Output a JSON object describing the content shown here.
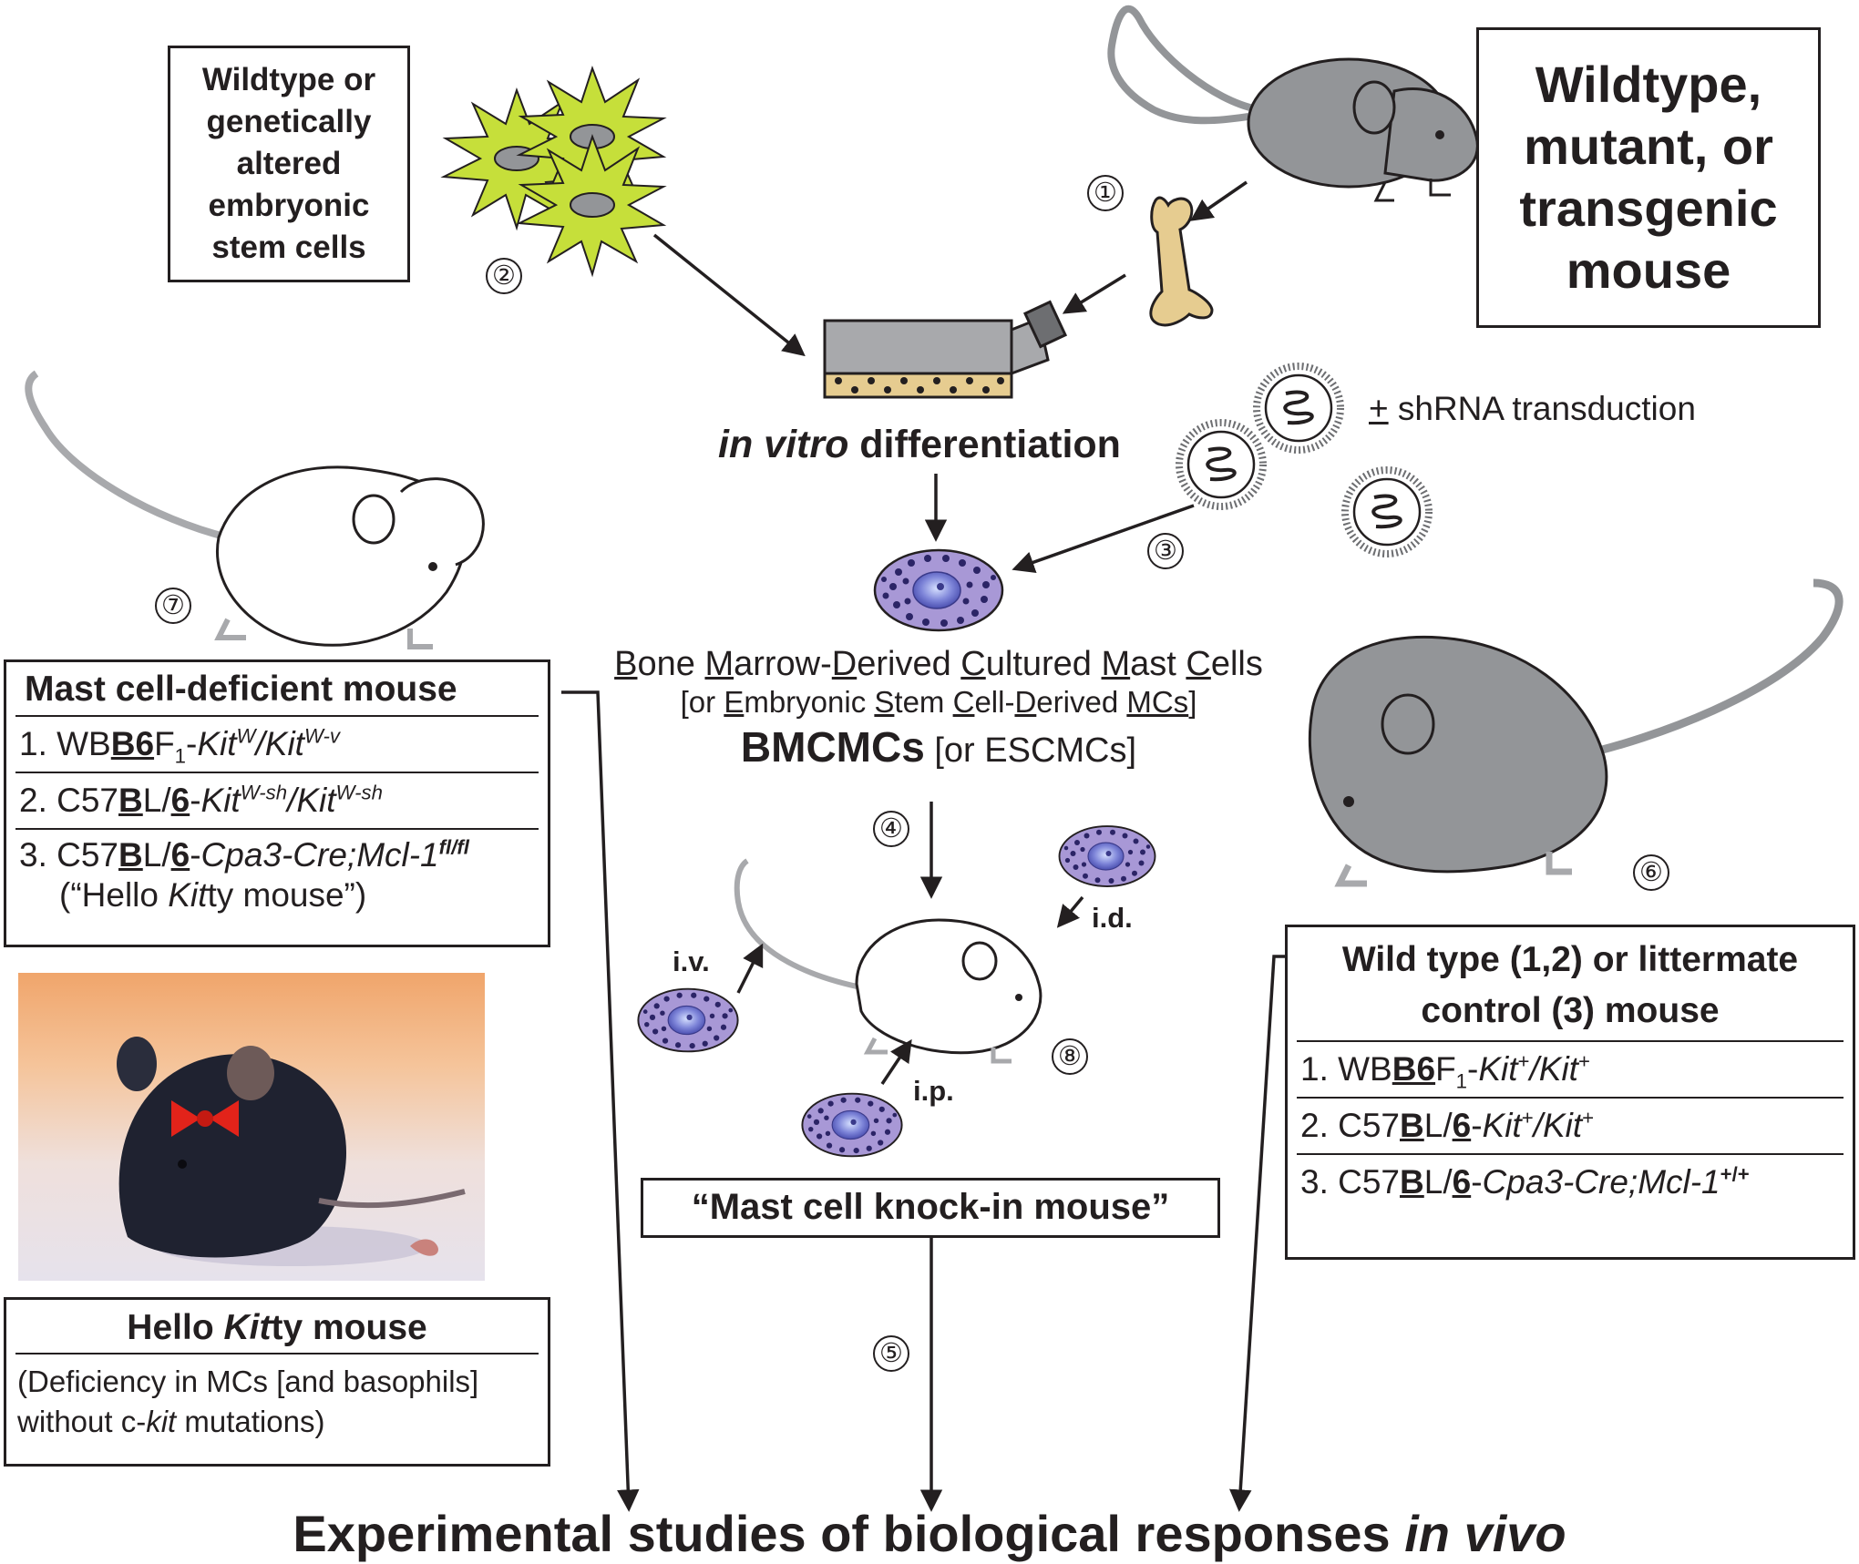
{
  "es_cells_box": {
    "lines": [
      "Wildtype or",
      "genetically",
      "altered",
      "embryonic",
      "stem cells"
    ]
  },
  "mouse_box": {
    "lines": [
      "Wildtype,",
      "mutant, or",
      "transgenic",
      "mouse"
    ]
  },
  "steps": [
    "①",
    "②",
    "③",
    "④",
    "⑤",
    "⑥",
    "⑦",
    "⑧"
  ],
  "in_vitro": {
    "italic": "in vitro",
    "rest": " differentiation"
  },
  "shrna": {
    "pm": "+",
    "text": " shRNA transduction"
  },
  "bmcmc": {
    "line1": [
      "B",
      "one ",
      "M",
      "arrow-",
      "D",
      "erived ",
      "C",
      "ultured ",
      "M",
      "ast ",
      "C",
      "ells"
    ],
    "line2": [
      "[or ",
      "E",
      "mbryonic ",
      "S",
      "tem ",
      "C",
      "ell-",
      "D",
      "erived ",
      "MCs",
      "]"
    ],
    "line3_bold": "BMCMCs",
    "line3_rest": " [or ESCMCs]"
  },
  "routes": {
    "iv": "i.v.",
    "id": "i.d.",
    "ip": "i.p."
  },
  "knockin": "“Mast cell knock-in mouse”",
  "deficient": {
    "title": "Mast cell-deficient mouse",
    "r1": {
      "n": "1. WB",
      "b": "B6",
      "f": "F",
      "sub": "1",
      "dash": "-",
      "g1": "Kit",
      "s1": "W",
      "slash": "/",
      "g2": "Kit",
      "s2": "W-v"
    },
    "r2": {
      "n": "2. C57",
      "b1": "B",
      "l": "L/",
      "b2": "6",
      "dash": "-",
      "g1": "Kit",
      "s1": "W-sh",
      "slash": "/",
      "g2": "Kit",
      "s2": "W-sh"
    },
    "r3": {
      "n": "3. C57",
      "b1": "B",
      "l": "L/",
      "b2": "6",
      "dash": "-",
      "g": "Cpa3-Cre;Mcl-1",
      "s": "fl/fl",
      "l2a": "(“Hello ",
      "l2b": "Kit",
      "l2c": "ty mouse”)"
    }
  },
  "hello": {
    "t1": "Hello ",
    "t2": "Kit",
    "t3": "ty mouse",
    "d1": "(Deficiency in MCs [and basophils]",
    "d2a": "without c-",
    "d2b": "kit",
    "d2c": " mutations)"
  },
  "control": {
    "title1": "Wild type (1,2) or littermate",
    "title2": "control (3) mouse",
    "r1": {
      "n": "1. WB",
      "b": "B6",
      "f": "F",
      "sub": "1",
      "dash": "-",
      "g1": "Kit",
      "s1": "+",
      "slash": "/",
      "g2": "Kit",
      "s2": "+"
    },
    "r2": {
      "n": "2. C57",
      "b1": "B",
      "l": "L/",
      "b2": "6",
      "dash": "-",
      "g1": "Kit",
      "s1": "+",
      "slash": "/",
      "g2": "Kit",
      "s2": "+"
    },
    "r3": {
      "n": "3. C57",
      "b1": "B",
      "l": "L/",
      "b2": "6",
      "dash": "-",
      "g": "Cpa3-Cre;Mcl-1",
      "s": "+/+"
    }
  },
  "bottom": {
    "plain": "Experimental studies of biological responses ",
    "italic": "in vivo"
  },
  "colors": {
    "es_cell": "#c6df3a",
    "bone": "#e6cc90",
    "mast_cell": "#a898d6",
    "flask_gray": "#a8a9ac",
    "mouse_gray": "#939598"
  }
}
